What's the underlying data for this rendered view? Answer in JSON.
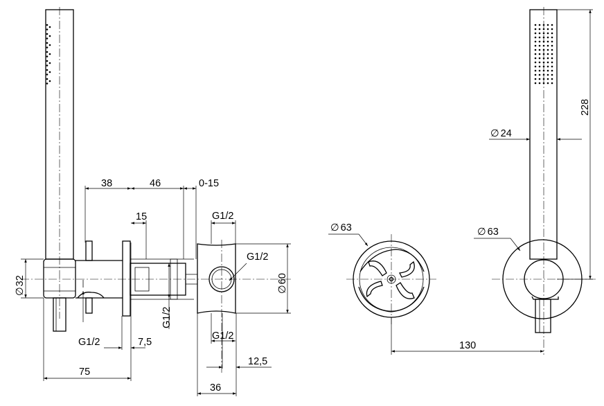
{
  "dimensions": {
    "overall_depth": "75",
    "section_38": "38",
    "section_46": "46",
    "adjust_range": "0-15",
    "depth_15": "15",
    "thread_top": "G1/2",
    "thread_side": "G1/2",
    "thread_vertical": "G1/2",
    "thread_outlet": "G1/2",
    "thread_bottom": "G1/2",
    "depth_7_5": "7,5",
    "depth_12_5": "12,5",
    "body_36": "36",
    "dia_32": "32",
    "dia_60": "60",
    "dia_63_front": "63",
    "dia_63_side": "63",
    "dia_24": "24",
    "height_228": "228",
    "width_130": "130"
  },
  "symbols": {
    "diameter": "∅"
  }
}
